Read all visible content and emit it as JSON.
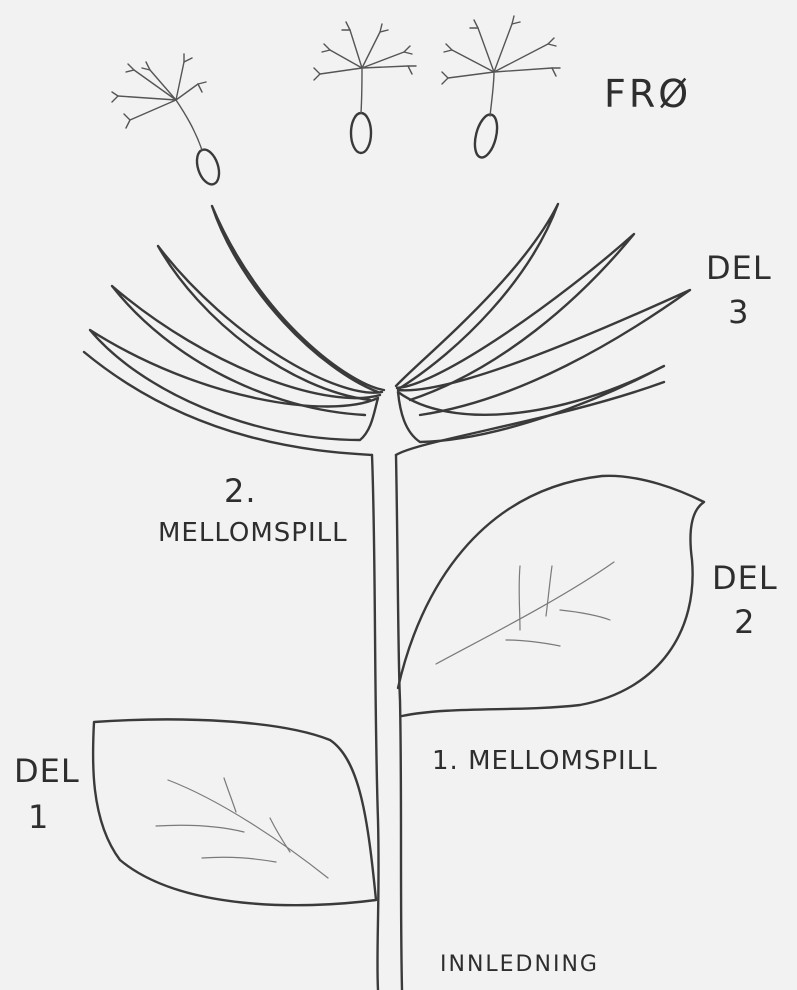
{
  "labels": {
    "seeds": "FRØ",
    "part3_word": "DEL",
    "part3_num": "3",
    "interlude2_num": "2.",
    "interlude2_word": "MELLOMSPILL",
    "part2_word": "DEL",
    "part2_num": "2",
    "part1_word": "DEL",
    "part1_num": "1",
    "interlude1": "1. MELLOMSPILL",
    "introduction": "INNLEDNING"
  },
  "colors": {
    "paper": "#f2f2f2",
    "ink": "#3a3a3a"
  }
}
